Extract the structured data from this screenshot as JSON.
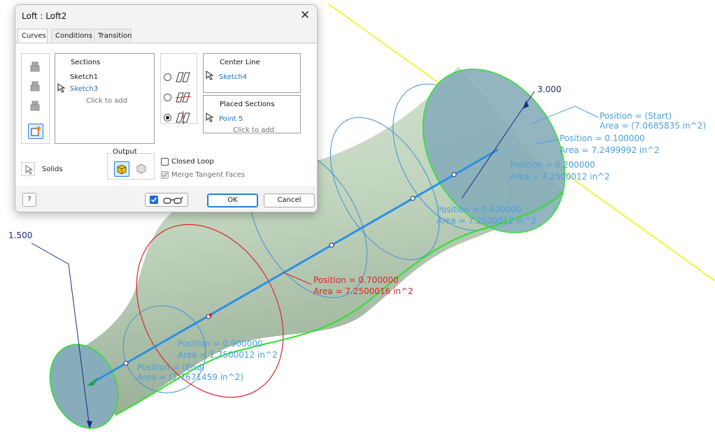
{
  "dialog": {
    "title": "Loft : Loft2",
    "close_glyph": "✕",
    "tabs": [
      "Curves",
      "Conditions",
      "Transition"
    ],
    "sections": {
      "header": "Sections",
      "items": [
        "Sketch1",
        "Sketch3"
      ],
      "add_prompt": "Click to add"
    },
    "center_line": {
      "header": "Center Line",
      "item": "Sketch4"
    },
    "placed_sections": {
      "header": "Placed Sections",
      "item": "Point 5",
      "add_prompt": "Click to add"
    },
    "solids_label": "Solids",
    "output_label": "Output",
    "closed_loop_label": "Closed Loop",
    "merge_tangent_label": "Merge Tangent Faces",
    "help_glyph": "?",
    "ok_label": "OK",
    "cancel_label": "Cancel"
  },
  "model": {
    "dim_large": "3.000",
    "dim_small": "1.500",
    "annotations": [
      {
        "line1": "Position = (Start)",
        "line2": "Area = (7.0685835 in^2)",
        "color": "#4a9fe0"
      },
      {
        "line1": "Position = 0.100000",
        "line2": "Area = 7.2499992 in^2",
        "color": "#4a9fe0"
      },
      {
        "line1": "Position = 0.200000",
        "line2": "Area = 7.2500012 in^2",
        "color": "#4a9fe0"
      },
      {
        "line1": "Position = 0.400000",
        "line2": "Area = 7.2500012 in^2",
        "color": "#4a9fe0"
      },
      {
        "line1": "Position = 0.700000",
        "line2": "Area = 7.2500016 in^2",
        "color": "#e0242b"
      },
      {
        "line1": "Position = 0.900000",
        "line2": "Area = 1.7500012 in^2",
        "color": "#4a9fe0"
      },
      {
        "line1": "Position = (End)",
        "line2": "Area = (1.7671459 in^2)",
        "color": "#4a9fe0"
      }
    ],
    "colors": {
      "body": "#c3d6c0",
      "end_face": "#86adb9",
      "section": "#3f8fd8",
      "highlight_section": "#d8262c",
      "rail": "#2ee02e",
      "center_line": "#2b8fe6",
      "axis": "#f0f000",
      "dimension": "#1b2b80"
    }
  }
}
